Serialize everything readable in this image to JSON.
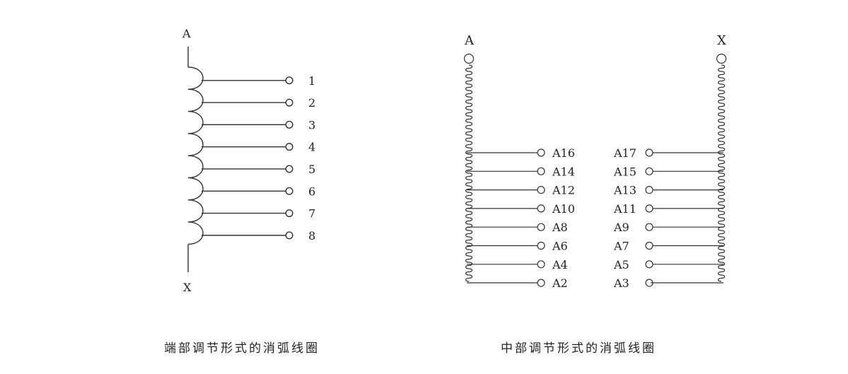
{
  "diagrams": [
    {
      "caption": "端部调节形式的消弧线圈",
      "top_label": "A",
      "bottom_label": "X",
      "taps": [
        "1",
        "2",
        "3",
        "4",
        "5",
        "6",
        "7",
        "8"
      ]
    },
    {
      "caption": "中部调节形式的消弧线圈",
      "left_top_label": "A",
      "right_top_label": "X",
      "left_taps": [
        "A16",
        "A14",
        "A12",
        "A10",
        "A8",
        "A6",
        "A4",
        "A2"
      ],
      "right_taps": [
        "A17",
        "A15",
        "A13",
        "A11",
        "A9",
        "A7",
        "A5",
        "A3"
      ]
    }
  ],
  "colors": {
    "line": "#333333",
    "text": "#222222",
    "background": "#ffffff"
  }
}
